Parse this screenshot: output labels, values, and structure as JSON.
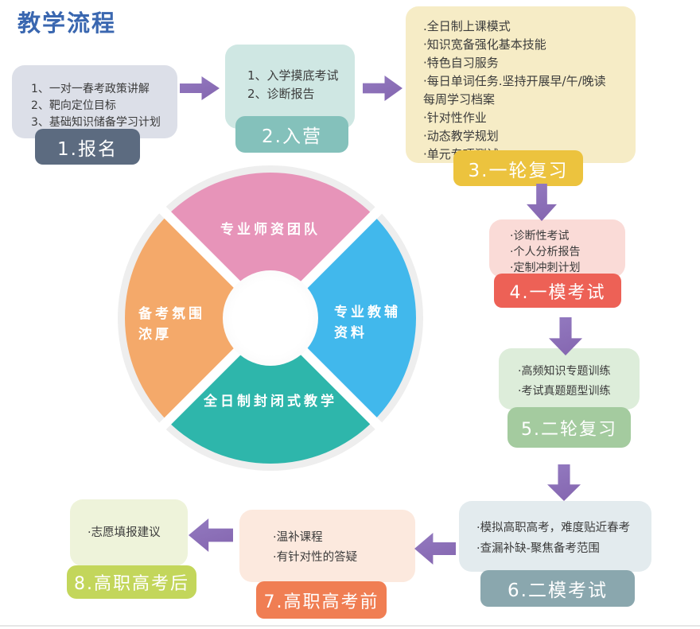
{
  "page": {
    "title": "教学流程",
    "title_color": "#3a67b0"
  },
  "steps": [
    {
      "label": "1.报名",
      "items": [
        "1、一对一春考政策讲解",
        "2、靶向定位目标",
        "3、基础知识储备学习计划"
      ],
      "label_bg": "#5c6b80",
      "box_bg": "#dcdfe8"
    },
    {
      "label": "2.入营",
      "items": [
        "1、入学摸底考试",
        "2、诊断报告"
      ],
      "label_bg": "#84c1bb",
      "box_bg": "#cfe7e3"
    },
    {
      "label": "3.一轮复习",
      "items": [
        ".全日制上课模式",
        "·知识宽备强化基本技能",
        "·特色自习服务",
        "·每日单词任务.坚持开展早/午/晚读",
        "每周学习档案",
        "·针对性作业",
        "·动态教学规划",
        "·单元专项测试"
      ],
      "label_bg": "#ecc33e",
      "box_bg": "#f6ecc6"
    },
    {
      "label": "4.一模考试",
      "items": [
        "·诊断性考试",
        "·个人分析报告",
        "·定制冲刺计划"
      ],
      "label_bg": "#ed6156",
      "box_bg": "#fadbd7"
    },
    {
      "label": "5.二轮复习",
      "items": [
        "·高频知识专题训练",
        "·考试真题题型训练"
      ],
      "label_bg": "#a4cb9f",
      "box_bg": "#ddedda"
    },
    {
      "label": "6.二模考试",
      "items": [
        "·模拟高职高考，难度贴近春考",
        "·查漏补缺-聚焦备考范围"
      ],
      "label_bg": "#8aa7ae",
      "box_bg": "#e3ebee"
    },
    {
      "label": "7.高职高考前",
      "items": [
        "·温补课程",
        "·有针对性的答疑"
      ],
      "label_bg": "#f07e53",
      "box_bg": "#fce9de"
    },
    {
      "label": "8.高职高考后",
      "items": [
        "·志愿填报建议"
      ],
      "label_bg": "#c3d65b",
      "box_bg": "#eef3da"
    }
  ],
  "arrow_color": "#8a68b4",
  "wheel": {
    "segments": [
      {
        "position": "top",
        "lines": [
          "专业师资团队"
        ],
        "color": "#e794b9"
      },
      {
        "position": "right",
        "lines": [
          "专业教辅",
          "资料"
        ],
        "color": "#41b8ec"
      },
      {
        "position": "bottom",
        "lines": [
          "全日制封闭式教学"
        ],
        "color": "#2eb6ab"
      },
      {
        "position": "left",
        "lines": [
          "备考氛围",
          "浓厚"
        ],
        "color": "#f4a96a"
      }
    ]
  }
}
